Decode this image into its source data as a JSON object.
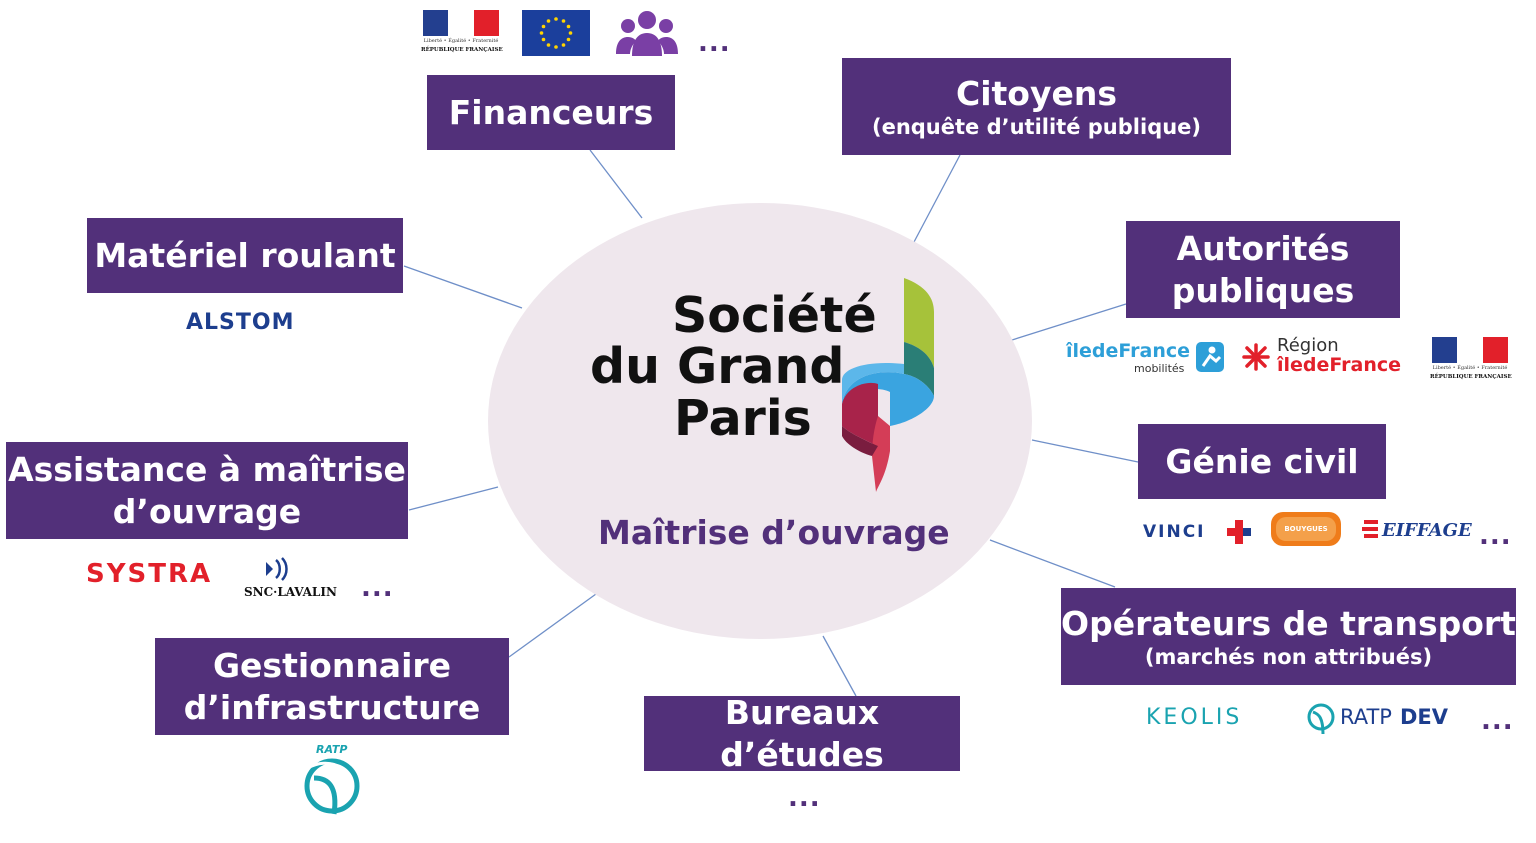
{
  "center": {
    "logo_lines": [
      "Société",
      "du Grand",
      "Paris"
    ],
    "role": "Maîtrise d’ouvrage",
    "colors": {
      "ellipse": "#efe7ed",
      "accent": "#52307a"
    }
  },
  "nodes": {
    "financeurs": {
      "label": "Financeurs"
    },
    "citoyens": {
      "label": "Citoyens",
      "sub": "(enquête d’utilité publique)"
    },
    "autorites": {
      "label_1": "Autorités",
      "label_2": "publiques"
    },
    "genie": {
      "label": "Génie civil"
    },
    "operateurs": {
      "label": "Opérateurs de transport",
      "sub": "(marchés non attribués)"
    },
    "bureaux": {
      "label": "Bureaux d’études"
    },
    "gestionnaire": {
      "label_1": "Gestionnaire",
      "label_2": "d’infrastructure"
    },
    "assistance": {
      "label_1": "Assistance à maîtrise",
      "label_2": "d’ouvrage"
    },
    "materiel": {
      "label": "Matériel roulant"
    }
  },
  "logos": {
    "alstom": "ALSTOM",
    "systra": "SYSTRA",
    "snc": "SNC·LAVALIN",
    "ratp": "RATP",
    "vinci": "VINCI",
    "bouygues": "BOUYGUES",
    "eiffage": "EIFFAGE",
    "keolis": "KEOLIS",
    "ratpdev_1": "RATP",
    "ratpdev_2": "DEV",
    "idfm_1": "îledeFrance",
    "idfm_2": "mobilités",
    "region_1": "Région",
    "region_2": "îledeFrance",
    "rf_motto": "Liberté • Égalité • Fraternité",
    "rf_name": "RÉPUBLIQUE FRANÇAISE"
  },
  "ellipsis": "..."
}
